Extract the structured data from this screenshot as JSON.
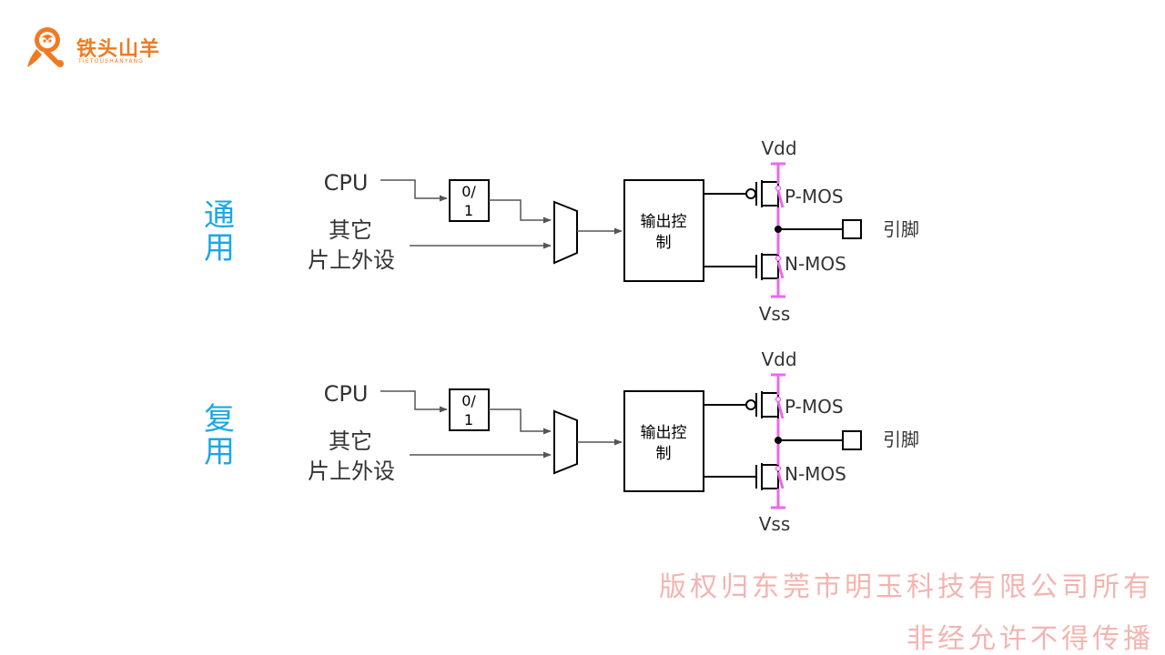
{
  "logo": {
    "title": "铁头山羊",
    "subtitle": "TIETOUSHANYANG"
  },
  "panels": [
    {
      "mode_line1": "通",
      "mode_line2": "用",
      "cpu": "CPU",
      "peripheral_line1": "其它",
      "peripheral_line2": "片上外设",
      "odr_line1": "0/",
      "odr_line2": "1",
      "control_line1": "输出控",
      "control_line2": "制",
      "vdd": "Vdd",
      "vss": "Vss",
      "pmos": "P-MOS",
      "nmos": "N-MOS",
      "pin": "引脚",
      "pmos_highlight": true,
      "nmos_highlight": true
    },
    {
      "mode_line1": "复",
      "mode_line2": "用",
      "cpu": "CPU",
      "peripheral_line1": "其它",
      "peripheral_line2": "片上外设",
      "odr_line1": "0/",
      "odr_line2": "1",
      "control_line1": "输出控",
      "control_line2": "制",
      "vdd": "Vdd",
      "vss": "Vss",
      "pmos": "P-MOS",
      "nmos": "N-MOS",
      "pin": "引脚",
      "pmos_highlight": true,
      "nmos_highlight": true
    }
  ],
  "watermark": {
    "line1": "版权归东莞市明玉科技有限公司所有",
    "line2": "非经允许不得传播"
  },
  "colors": {
    "mode_text": "#1aa7e6",
    "line": "#555555",
    "box": "#000000",
    "highlight": "#ee66ee",
    "logo": "#f07a22",
    "watermark": "#f3b4b0"
  }
}
